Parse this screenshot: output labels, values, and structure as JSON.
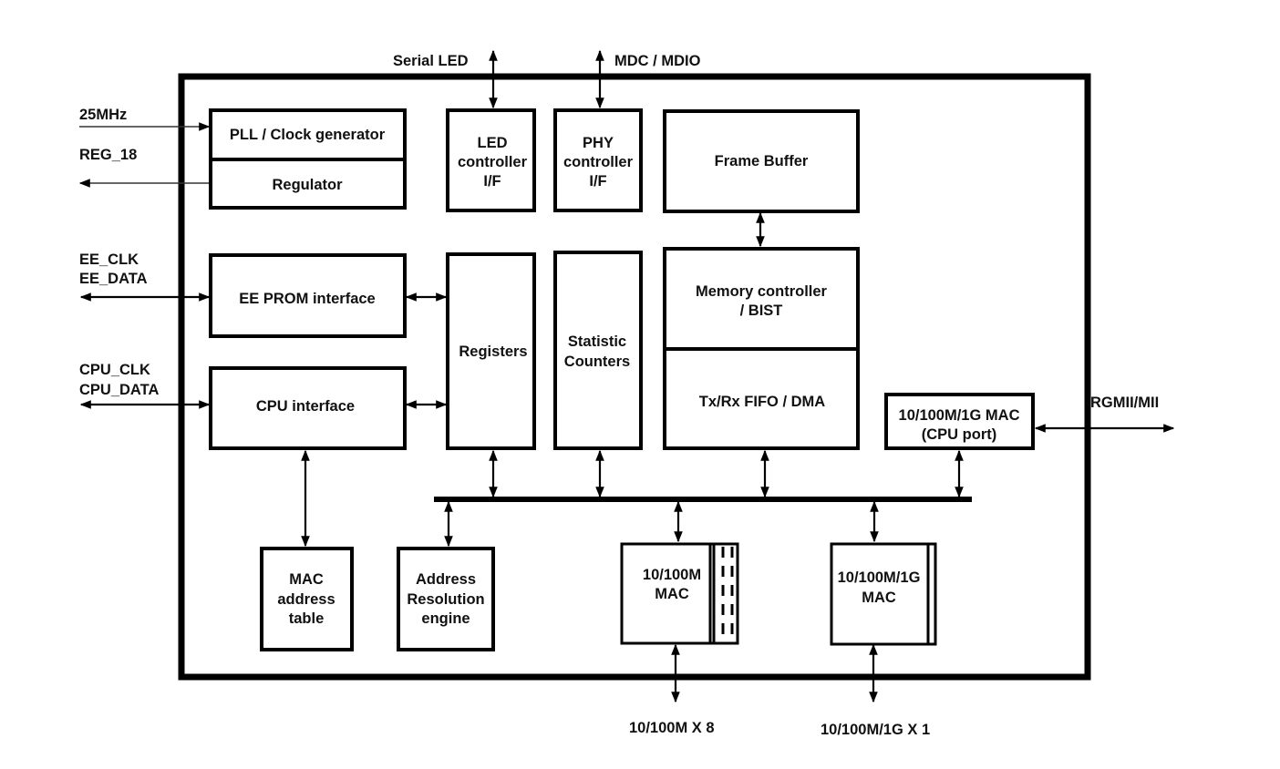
{
  "diagram": {
    "title": "Ethernet switch controller block diagram",
    "external_signals": {
      "clock_in": "25MHz",
      "regulator_out": "REG_18",
      "eeprom_clk": "EE_CLK",
      "eeprom_data": "EE_DATA",
      "cpu_clk": "CPU_CLK",
      "cpu_data": "CPU_DATA",
      "serial_led": "Serial LED",
      "mdc_mdio": "MDC / MDIO",
      "rgmii": "RGMII/MII",
      "fast_ports": "10/100M X 8",
      "gig_ports": "10/100M/1G X 1"
    },
    "blocks": {
      "pll": "PLL / Clock generator",
      "regulator": "Regulator",
      "led_ctrl": [
        "LED",
        "controller",
        "I/F"
      ],
      "phy_ctrl": [
        "PHY",
        "controller",
        "I/F"
      ],
      "frame_buffer": "Frame Buffer",
      "eeprom_if": "EE PROM interface",
      "cpu_if": "CPU interface",
      "registers": "Registers",
      "stat_counters": [
        "Statistic",
        "Counters"
      ],
      "mem_ctrl": [
        "Memory controller",
        "/ BIST"
      ],
      "fifo_dma": "Tx/Rx FIFO / DMA",
      "cpu_mac": [
        "10/100M/1G MAC",
        "(CPU port)"
      ],
      "mac_table": [
        "MAC",
        "address",
        "table"
      ],
      "are": [
        "Address",
        "Resolution",
        "engine"
      ],
      "fast_mac": [
        "10/100M",
        "MAC"
      ],
      "gig_mac": [
        "10/100M/1G",
        "MAC"
      ]
    }
  }
}
